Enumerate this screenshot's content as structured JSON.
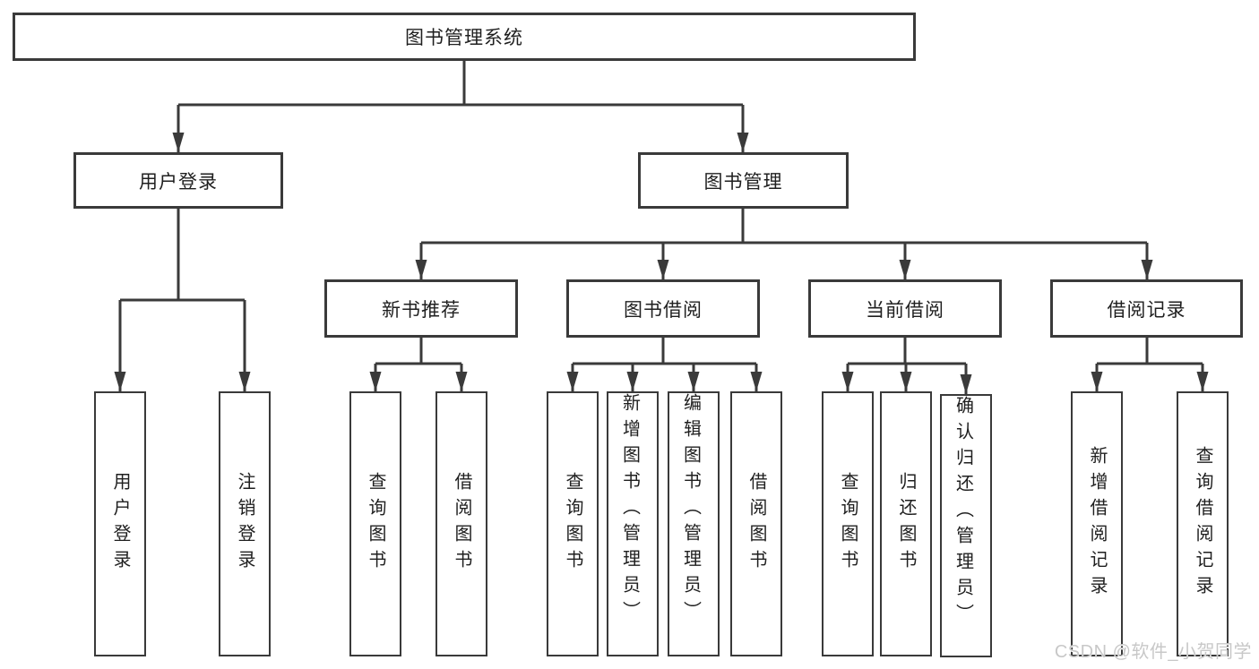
{
  "tree": {
    "root": "图书管理系统",
    "branches": [
      {
        "label": "用户登录",
        "children": [
          "用户登录",
          "注销登录"
        ]
      },
      {
        "label": "图书管理",
        "children": [
          {
            "label": "新书推荐",
            "children": [
              "查询图书",
              "借阅图书"
            ]
          },
          {
            "label": "图书借阅",
            "children": [
              "查询图书",
              "新增图书（管理员）",
              "编辑图书（管理员）",
              "借阅图书"
            ]
          },
          {
            "label": "当前借阅",
            "children": [
              "查询图书",
              "归还图书",
              "确认归还（管理员）"
            ]
          },
          {
            "label": "借阅记录",
            "children": [
              "新增借阅记录",
              "查询借阅记录"
            ]
          }
        ]
      }
    ]
  },
  "watermark": "CSDN @软件_小贺同学",
  "colors": {
    "line": "#3a3a3a",
    "box_border": "#3a3a3a",
    "text": "#1f1f1f",
    "watermark": "#c8c8c8",
    "background": "#ffffff"
  }
}
